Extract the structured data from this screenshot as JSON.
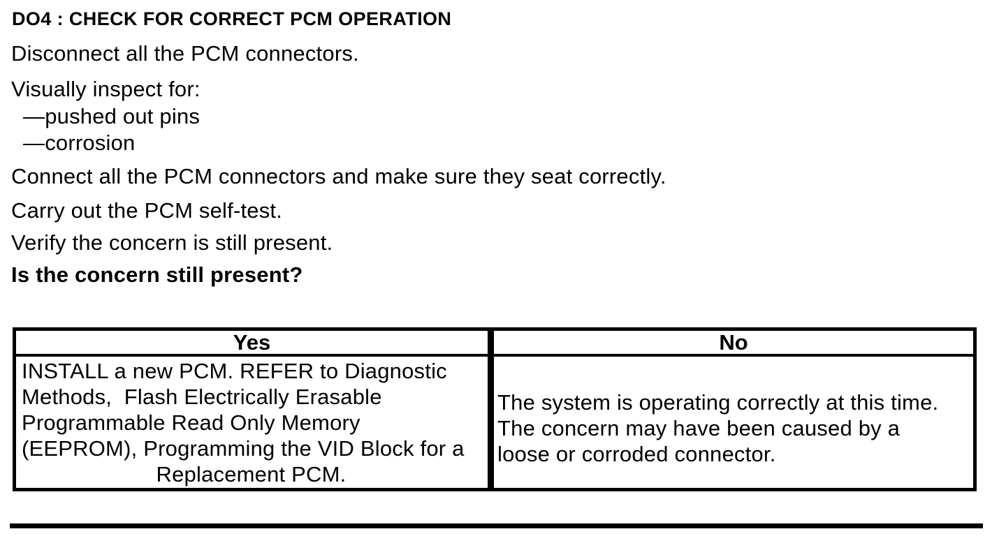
{
  "doc": {
    "heading": "DO4 : CHECK FOR CORRECT PCM OPERATION",
    "steps": {
      "disconnect": "Disconnect all the PCM connectors.",
      "inspect_intro": "Visually inspect for:",
      "inspect_items": [
        "—pushed out pins",
        "—corrosion"
      ],
      "connect": "Connect all the PCM connectors and make sure they seat correctly.",
      "selftest": "Carry out the PCM self-test.",
      "verify": "Verify the concern is still present.",
      "question": "Is the concern still present?"
    }
  },
  "results_table": {
    "yes_header": "Yes",
    "no_header": "No",
    "yes_lines": [
      "INSTALL a new PCM. REFER to Diagnostic",
      "Methods,  Flash Electrically Erasable",
      "Programmable Read Only Memory",
      "(EEPROM), Programming the VID Block for a",
      "Replacement PCM."
    ],
    "no_lines": [
      "The system is operating correctly at this time.",
      "The concern may have been caused by a",
      "loose or corroded connector."
    ]
  },
  "colors": {
    "text": "#000000",
    "background": "#ffffff",
    "border": "#000000"
  }
}
